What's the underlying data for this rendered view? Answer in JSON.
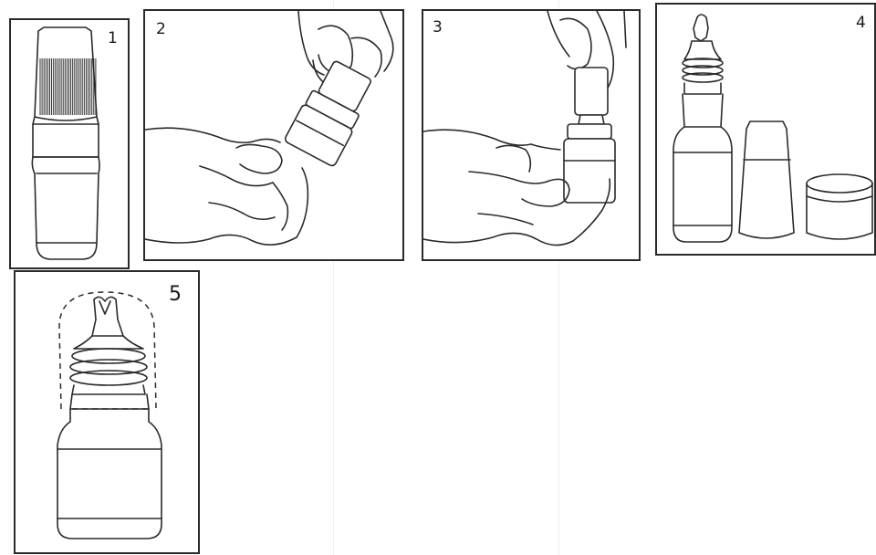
{
  "steps": [
    {
      "number": "1",
      "icon": "dropper-bottle-with-cap-icon"
    },
    {
      "number": "2",
      "icon": "hands-twisting-cap-icon"
    },
    {
      "number": "3",
      "icon": "hands-removing-cap-icon"
    },
    {
      "number": "4",
      "icon": "bottle-cap-and-seal-parts-icon"
    },
    {
      "number": "5",
      "icon": "dropper-tip-closeup-icon"
    }
  ],
  "colors": {
    "line": "#2a2a2a",
    "background": "#ffffff"
  }
}
